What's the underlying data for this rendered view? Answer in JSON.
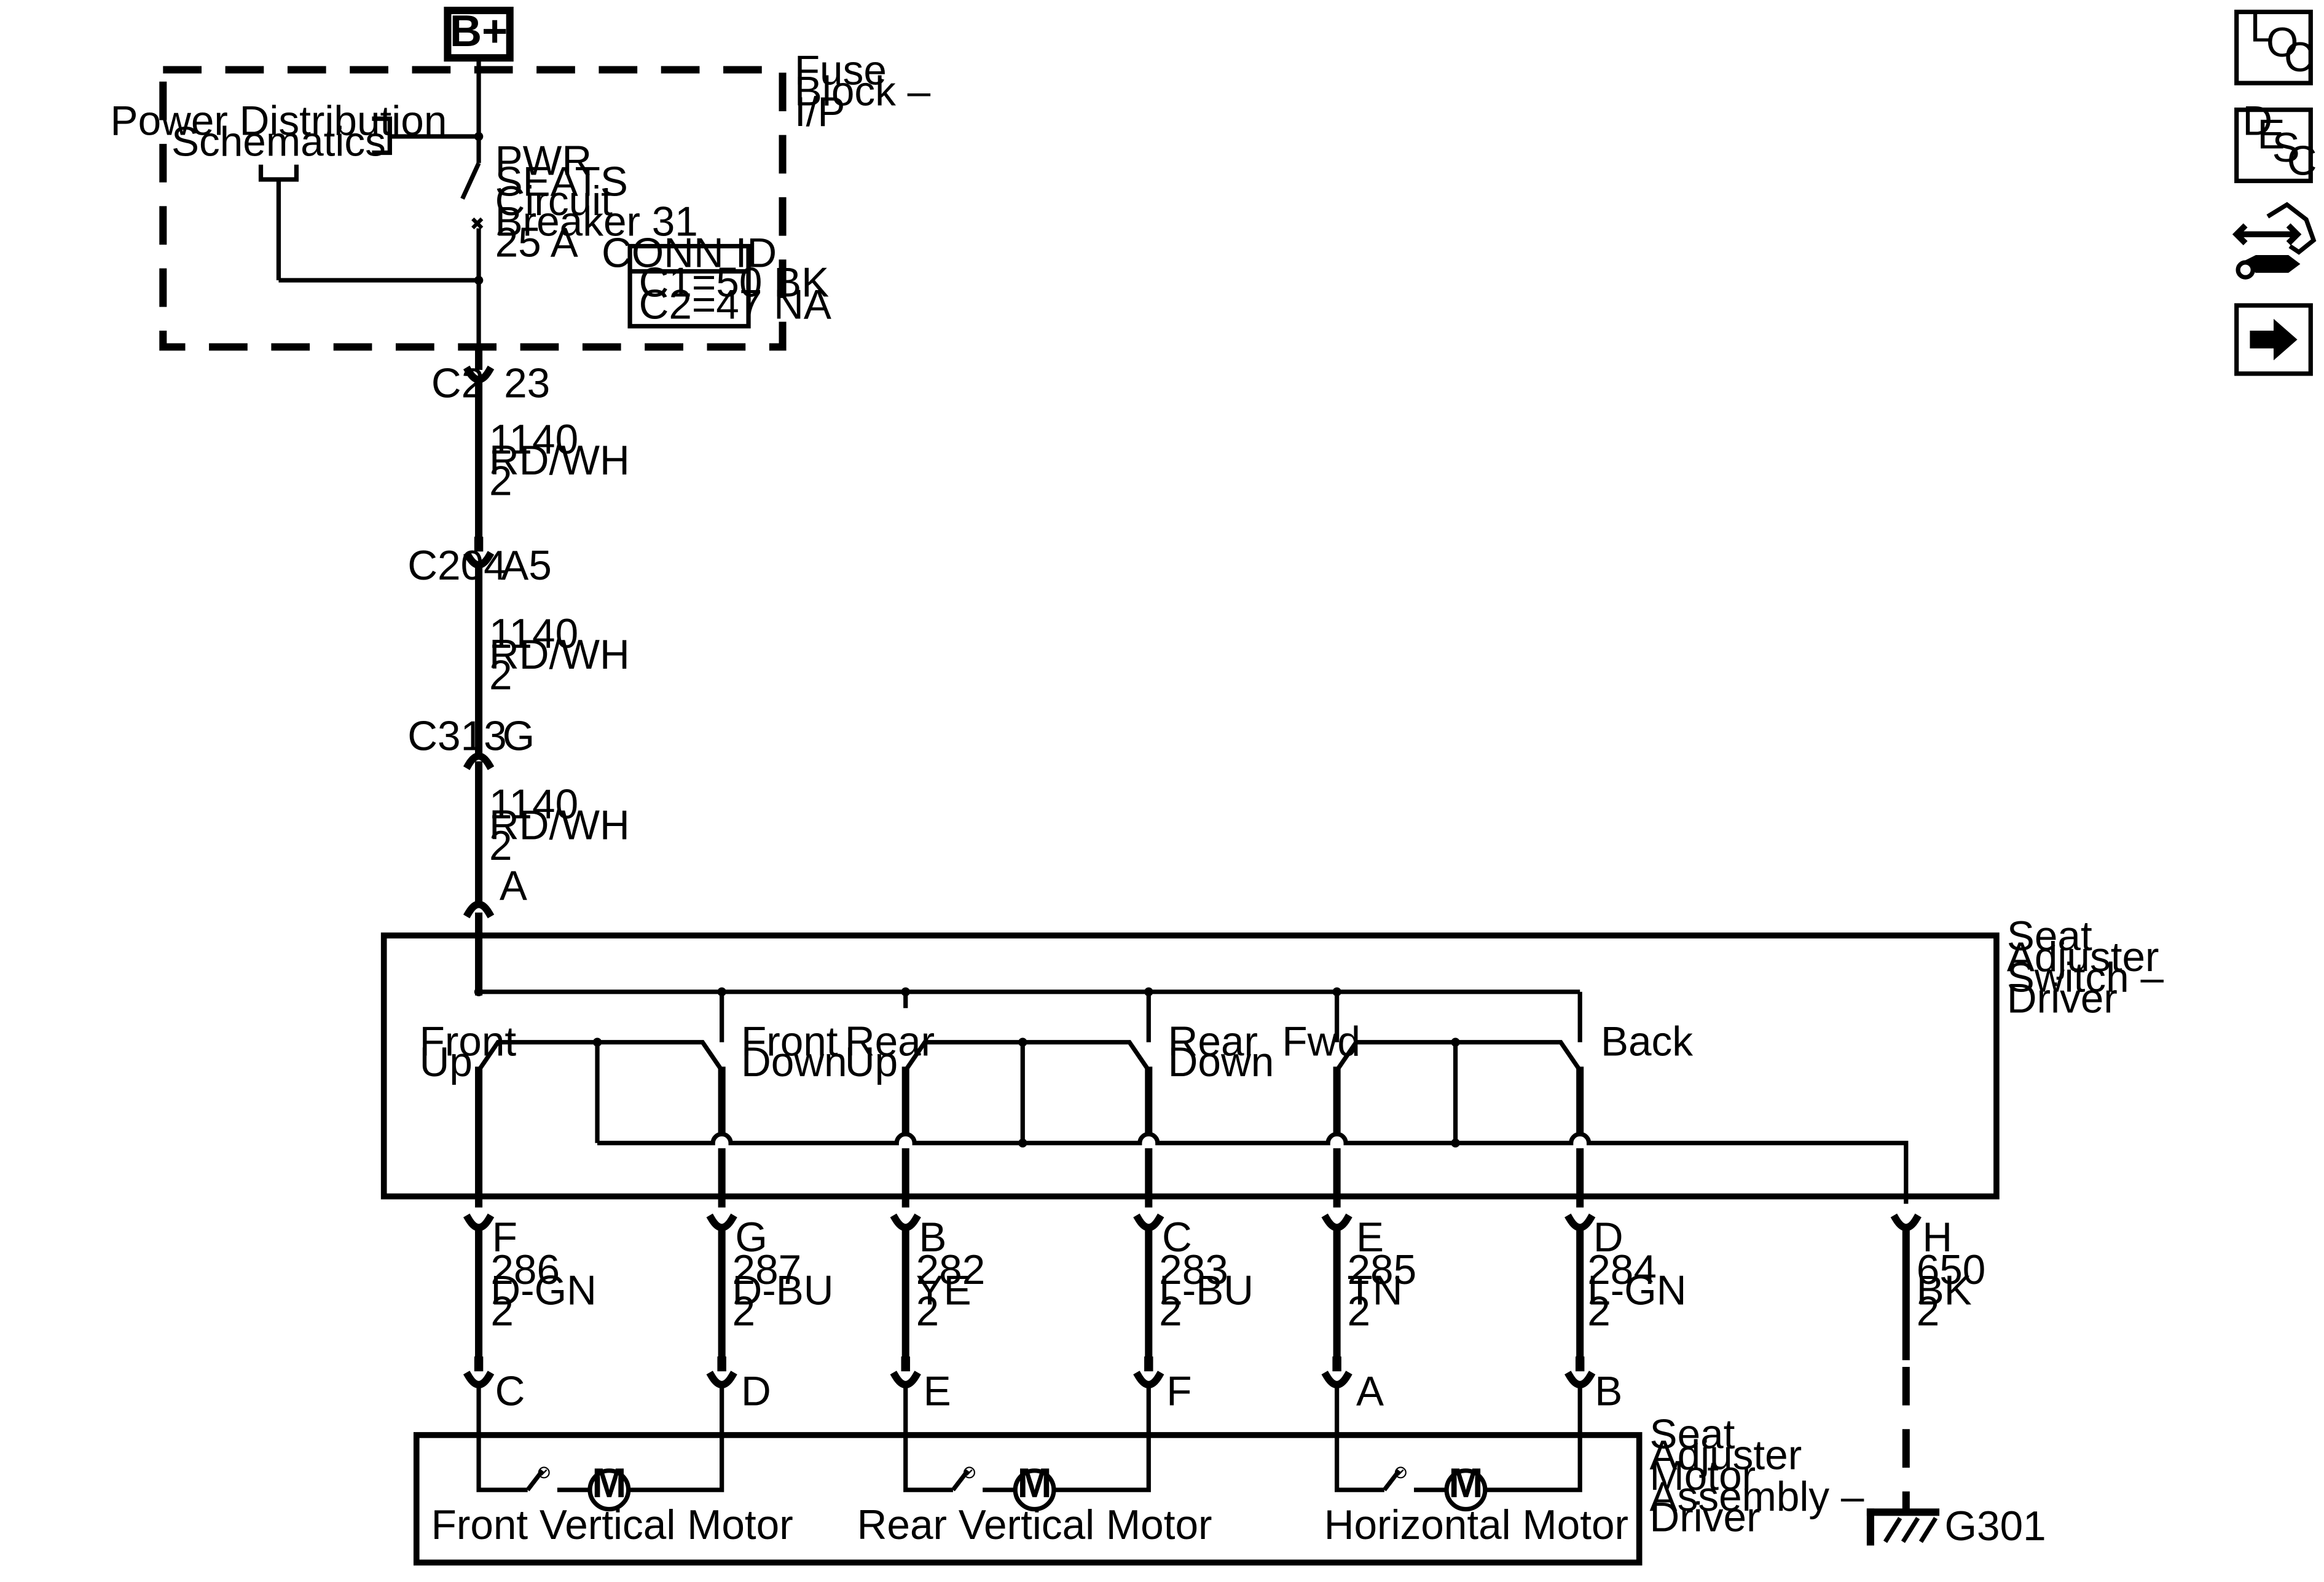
{
  "supply": {
    "label": "B+"
  },
  "fuse_block": {
    "label_lines": [
      "Fuse",
      "Block –",
      "I/P"
    ],
    "ref_lines": [
      "Power Distribution",
      "Schematics"
    ],
    "breaker_lines": [
      "PWR",
      "SEATS",
      "Circuit",
      "Breaker 31",
      "25 A"
    ],
    "conn_id": {
      "title": "CONN ID",
      "lines": [
        "C1=50 BK",
        "C2=47 NA"
      ]
    }
  },
  "feed_connectors": [
    {
      "name": "C2",
      "pin": "23"
    },
    {
      "name": "C204",
      "pin": "A5"
    },
    {
      "name": "C313",
      "pin": "G"
    },
    {
      "name": "",
      "pin": "A"
    }
  ],
  "feed_wires": [
    {
      "circuit": "1140",
      "color": "RD/WH",
      "gauge": "2"
    },
    {
      "circuit": "1140",
      "color": "RD/WH",
      "gauge": "2"
    },
    {
      "circuit": "1140",
      "color": "RD/WH",
      "gauge": "2"
    }
  ],
  "switch": {
    "label_lines": [
      "Seat",
      "Adjuster",
      "Switch –",
      "Driver"
    ],
    "positions": [
      {
        "label_lines": [
          "Front",
          "Up"
        ]
      },
      {
        "label_lines": [
          "Front",
          "Down"
        ]
      },
      {
        "label_lines": [
          "Rear",
          "Up"
        ]
      },
      {
        "label_lines": [
          "Rear",
          "Down"
        ]
      },
      {
        "label_lines": [
          "Fwd"
        ]
      },
      {
        "label_lines": [
          "Back"
        ]
      }
    ]
  },
  "motor_circuits": [
    {
      "switch_pin": "F",
      "circuit": "286",
      "color": "D-GN",
      "gauge": "2",
      "motor_pin": "C"
    },
    {
      "switch_pin": "G",
      "circuit": "287",
      "color": "D-BU",
      "gauge": "2",
      "motor_pin": "D"
    },
    {
      "switch_pin": "B",
      "circuit": "282",
      "color": "YE",
      "gauge": "2",
      "motor_pin": "E"
    },
    {
      "switch_pin": "C",
      "circuit": "283",
      "color": "L-BU",
      "gauge": "2",
      "motor_pin": "F"
    },
    {
      "switch_pin": "E",
      "circuit": "285",
      "color": "TN",
      "gauge": "2",
      "motor_pin": "A"
    },
    {
      "switch_pin": "D",
      "circuit": "284",
      "color": "L-GN",
      "gauge": "2",
      "motor_pin": "B"
    }
  ],
  "ground_circuit": {
    "switch_pin": "H",
    "circuit": "650",
    "color": "BK",
    "gauge": "2",
    "ground": "G301"
  },
  "motor_assembly": {
    "label_lines": [
      "Seat",
      "Adjuster",
      "Motor",
      "Assembly –",
      "Driver"
    ],
    "motor_symbol": "M",
    "motors": [
      "Front Vertical Motor",
      "Rear Vertical Motor",
      "Horizontal Motor"
    ]
  },
  "nav_buttons": [
    {
      "name": "loc-button",
      "letters": [
        "L",
        "O",
        "C"
      ]
    },
    {
      "name": "desc-button",
      "letters": [
        "D",
        "E",
        "S",
        "C"
      ]
    },
    {
      "name": "connector-wrench-button",
      "icon": "connector-wrench-icon"
    },
    {
      "name": "next-button",
      "icon": "arrow-right-icon"
    }
  ]
}
